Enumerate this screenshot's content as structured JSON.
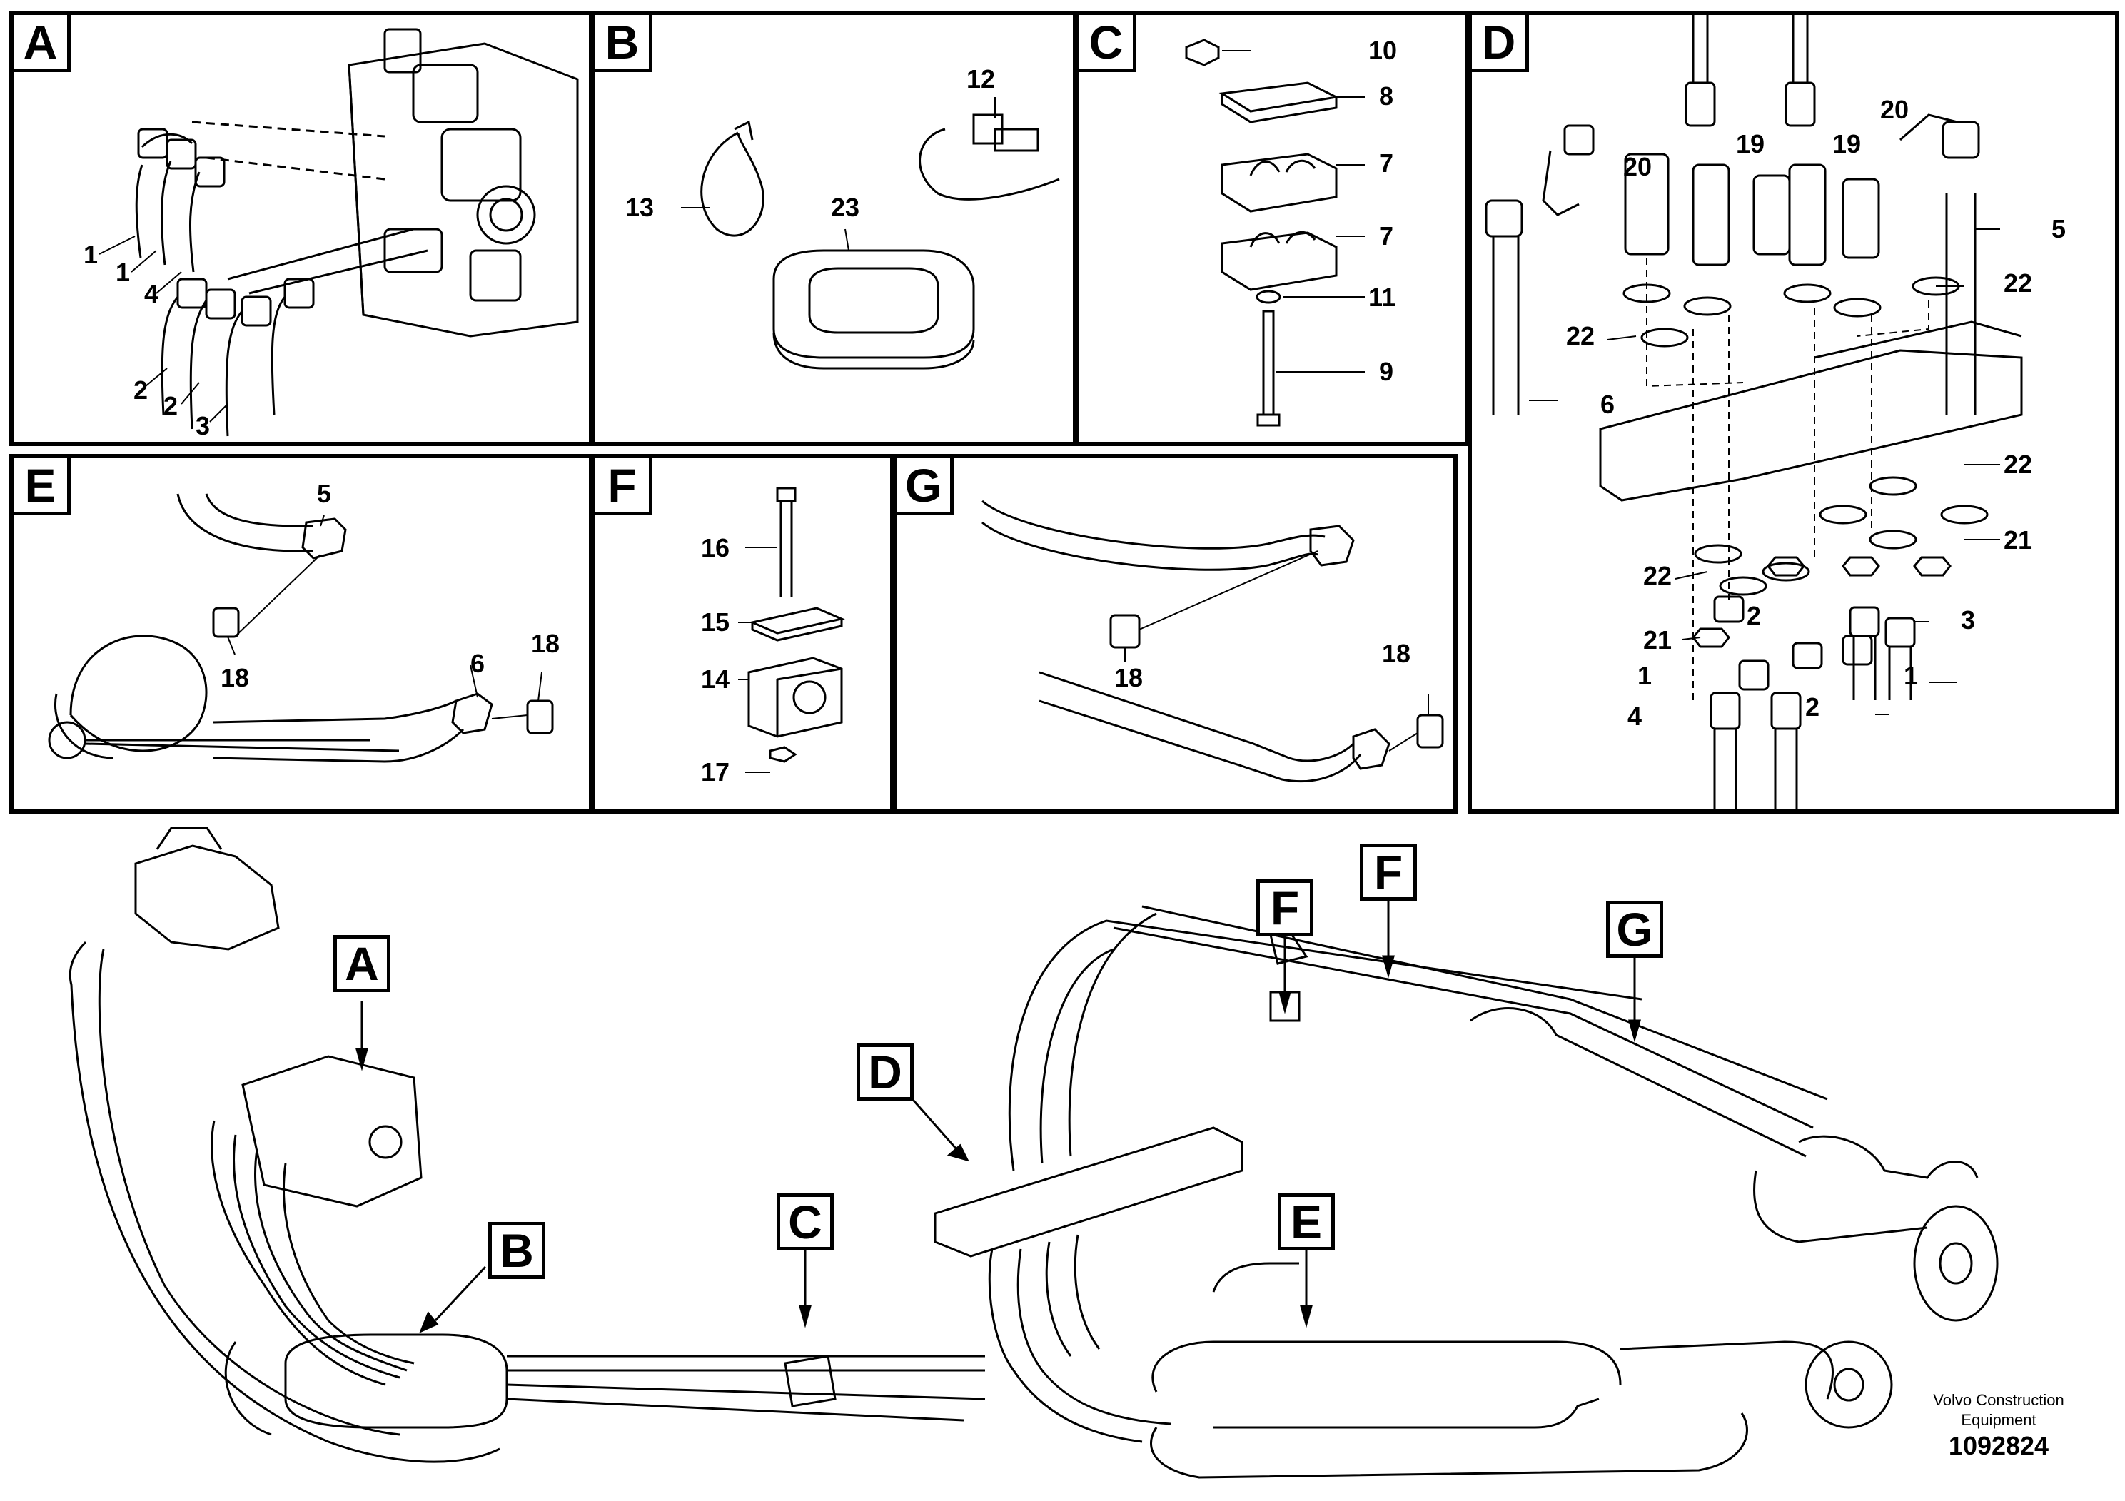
{
  "panels": {
    "A": {
      "tag": "A",
      "callouts": [
        "1",
        "1",
        "4",
        "2",
        "2",
        "3"
      ]
    },
    "B": {
      "tag": "B",
      "callouts": [
        "12",
        "13",
        "23"
      ]
    },
    "C": {
      "tag": "C",
      "callouts": [
        "10",
        "8",
        "7",
        "7",
        "11",
        "9"
      ]
    },
    "D": {
      "tag": "D",
      "callouts": [
        "20",
        "19",
        "19",
        "20",
        "5",
        "22",
        "22",
        "6",
        "22",
        "21",
        "22",
        "2",
        "3",
        "21",
        "1",
        "1",
        "4",
        "2"
      ]
    },
    "E": {
      "tag": "E",
      "callouts": [
        "5",
        "18",
        "6",
        "18"
      ]
    },
    "F": {
      "tag": "F",
      "callouts": [
        "16",
        "15",
        "14",
        "17"
      ]
    },
    "G": {
      "tag": "G",
      "callouts": [
        "18",
        "18"
      ]
    }
  },
  "locator_tags": [
    "A",
    "B",
    "C",
    "D",
    "E",
    "F",
    "F",
    "G"
  ],
  "footer": {
    "brand_line1": "Volvo Construction",
    "brand_line2": "Equipment",
    "drawing_number": "1092824"
  }
}
